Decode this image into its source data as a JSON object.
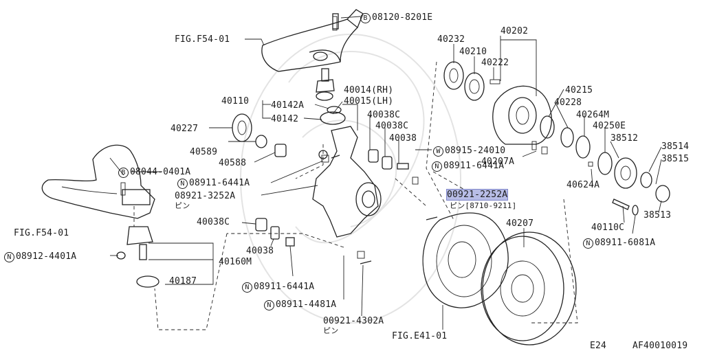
{
  "diagram": {
    "footer": {
      "page_code": "E24",
      "figure_id": "AF40010019"
    },
    "callouts": [
      {
        "id": "c01",
        "text": "08120-8201E",
        "prefix": "B"
      },
      {
        "id": "c02",
        "text": "FIG.F54-01"
      },
      {
        "id": "c03",
        "text": "40232"
      },
      {
        "id": "c04",
        "text": "40202"
      },
      {
        "id": "c05",
        "text": "40210"
      },
      {
        "id": "c06",
        "text": "40222"
      },
      {
        "id": "c07",
        "text": "40014(RH)"
      },
      {
        "id": "c08",
        "text": "40015(LH)"
      },
      {
        "id": "c09",
        "text": "40110"
      },
      {
        "id": "c10",
        "text": "40142A"
      },
      {
        "id": "c11",
        "text": "40142"
      },
      {
        "id": "c12",
        "text": "40038C"
      },
      {
        "id": "c13",
        "text": "40038C"
      },
      {
        "id": "c14",
        "text": "40215"
      },
      {
        "id": "c15",
        "text": "40228"
      },
      {
        "id": "c16",
        "text": "40264M"
      },
      {
        "id": "c17",
        "text": "40250E"
      },
      {
        "id": "c18",
        "text": "40227"
      },
      {
        "id": "c19",
        "text": "40038"
      },
      {
        "id": "c20",
        "text": "40589"
      },
      {
        "id": "c21",
        "text": "08915-24010",
        "prefix": "W"
      },
      {
        "id": "c22",
        "text": "38512"
      },
      {
        "id": "c23",
        "text": "38514"
      },
      {
        "id": "c24",
        "text": "40588"
      },
      {
        "id": "c25",
        "text": "08911-6441A",
        "prefix": "N"
      },
      {
        "id": "c26",
        "text": "40207A"
      },
      {
        "id": "c27",
        "text": "38515"
      },
      {
        "id": "c28",
        "text": "08044-0401A",
        "prefix": "B"
      },
      {
        "id": "c29",
        "text": "08911-6441A",
        "prefix": "N"
      },
      {
        "id": "c30",
        "text": "40624A"
      },
      {
        "id": "c31",
        "text": "08921-3252A"
      },
      {
        "id": "c32",
        "text": "ピン"
      },
      {
        "id": "c33",
        "text": "00921-2252A",
        "highlight": true
      },
      {
        "id": "c34",
        "text": "ピン[8710-9211]"
      },
      {
        "id": "c35",
        "text": "FIG.F54-01"
      },
      {
        "id": "c36",
        "text": "40038C"
      },
      {
        "id": "c37",
        "text": "40207"
      },
      {
        "id": "c38",
        "text": "40110C"
      },
      {
        "id": "c39",
        "text": "38513"
      },
      {
        "id": "c40",
        "text": "40038"
      },
      {
        "id": "c41",
        "text": "08912-4401A",
        "prefix": "N"
      },
      {
        "id": "c42",
        "text": "40160M"
      },
      {
        "id": "c43",
        "text": "08911-6081A",
        "prefix": "N"
      },
      {
        "id": "c44",
        "text": "40187"
      },
      {
        "id": "c45",
        "text": "08911-6441A",
        "prefix": "N"
      },
      {
        "id": "c46",
        "text": "08911-4481A",
        "prefix": "N"
      },
      {
        "id": "c47",
        "text": "00921-4302A"
      },
      {
        "id": "c48",
        "text": "ピン"
      },
      {
        "id": "c49",
        "text": "FIG.E41-01"
      }
    ]
  }
}
